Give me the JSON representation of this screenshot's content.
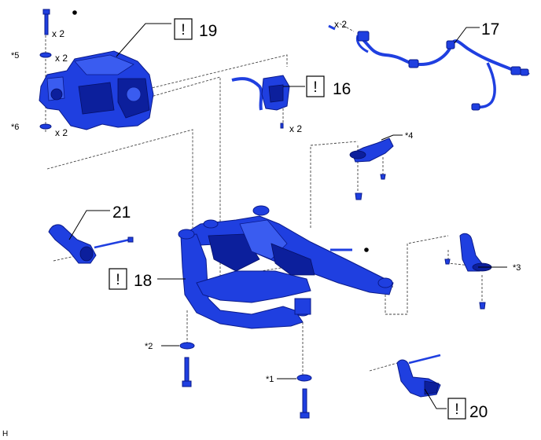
{
  "callouts": {
    "c19": {
      "num": "19",
      "mark": "!"
    },
    "c17": {
      "num": "17"
    },
    "c16": {
      "num": "16",
      "mark": "!"
    },
    "c21": {
      "num": "21"
    },
    "c18": {
      "num": "18",
      "mark": "!"
    },
    "c20": {
      "num": "20",
      "mark": "!"
    }
  },
  "stars": {
    "s5": "*5",
    "s6": "*6",
    "s4": "*4",
    "s3": "*3",
    "s2": "*2",
    "s1": "*1"
  },
  "quantities": {
    "q_top_bolt": "x 2",
    "q_s5": "x 2",
    "q_s6": "x 2",
    "q_harness": "x 2",
    "q_bracket16": "x 2"
  },
  "corner_label": "H",
  "colors": {
    "part_blue": "#1f3fe0",
    "part_dark": "#0a1a8a"
  }
}
